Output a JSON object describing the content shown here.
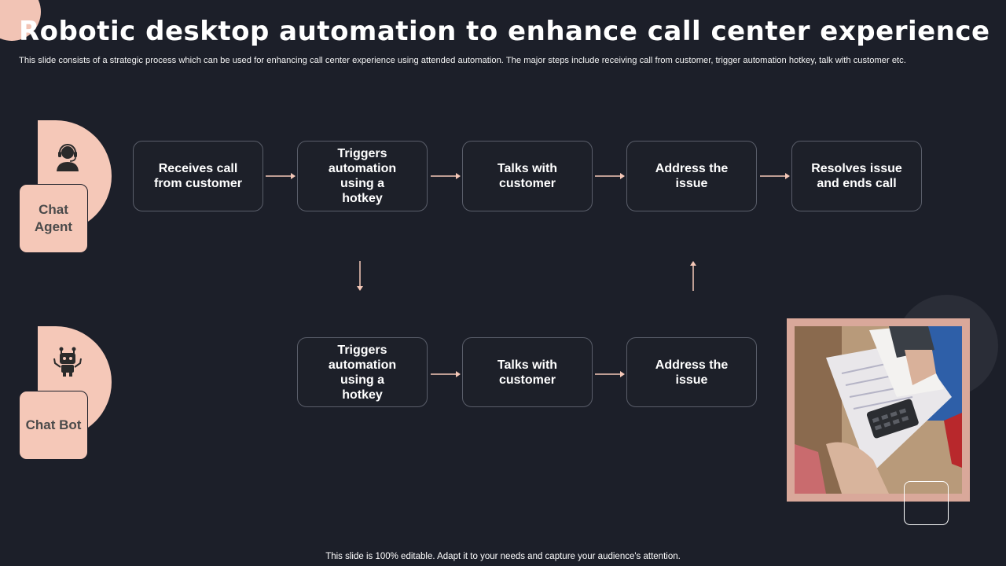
{
  "slide": {
    "title": "Robotic desktop automation to enhance call center experience",
    "subtitle": "This slide consists of a strategic process which can be used for enhancing call center experience using attended automation. The major steps include receiving call from customer, trigger automation hotkey, talk with customer etc.",
    "footer": "This slide is 100% editable. Adapt it to your needs and capture your audience's attention."
  },
  "actors": {
    "agent": {
      "label": "Chat Agent",
      "icon": "headset-agent-icon"
    },
    "bot": {
      "label": "Chat Bot",
      "icon": "robot-icon"
    }
  },
  "agent_flow": [
    "Receives call from customer",
    "Triggers automation using a hotkey",
    "Talks with customer",
    "Address the issue",
    "Resolves issue and ends call"
  ],
  "bot_flow": [
    "Triggers automation using a hotkey",
    "Talks with customer",
    "Address the issue"
  ],
  "colors": {
    "background": "#1c1f29",
    "accent": "#f5c8b8",
    "box_border": "#5a5e6a",
    "arrow": "#f5c8b8"
  },
  "image": {
    "description_icon": "calculator-photo"
  }
}
